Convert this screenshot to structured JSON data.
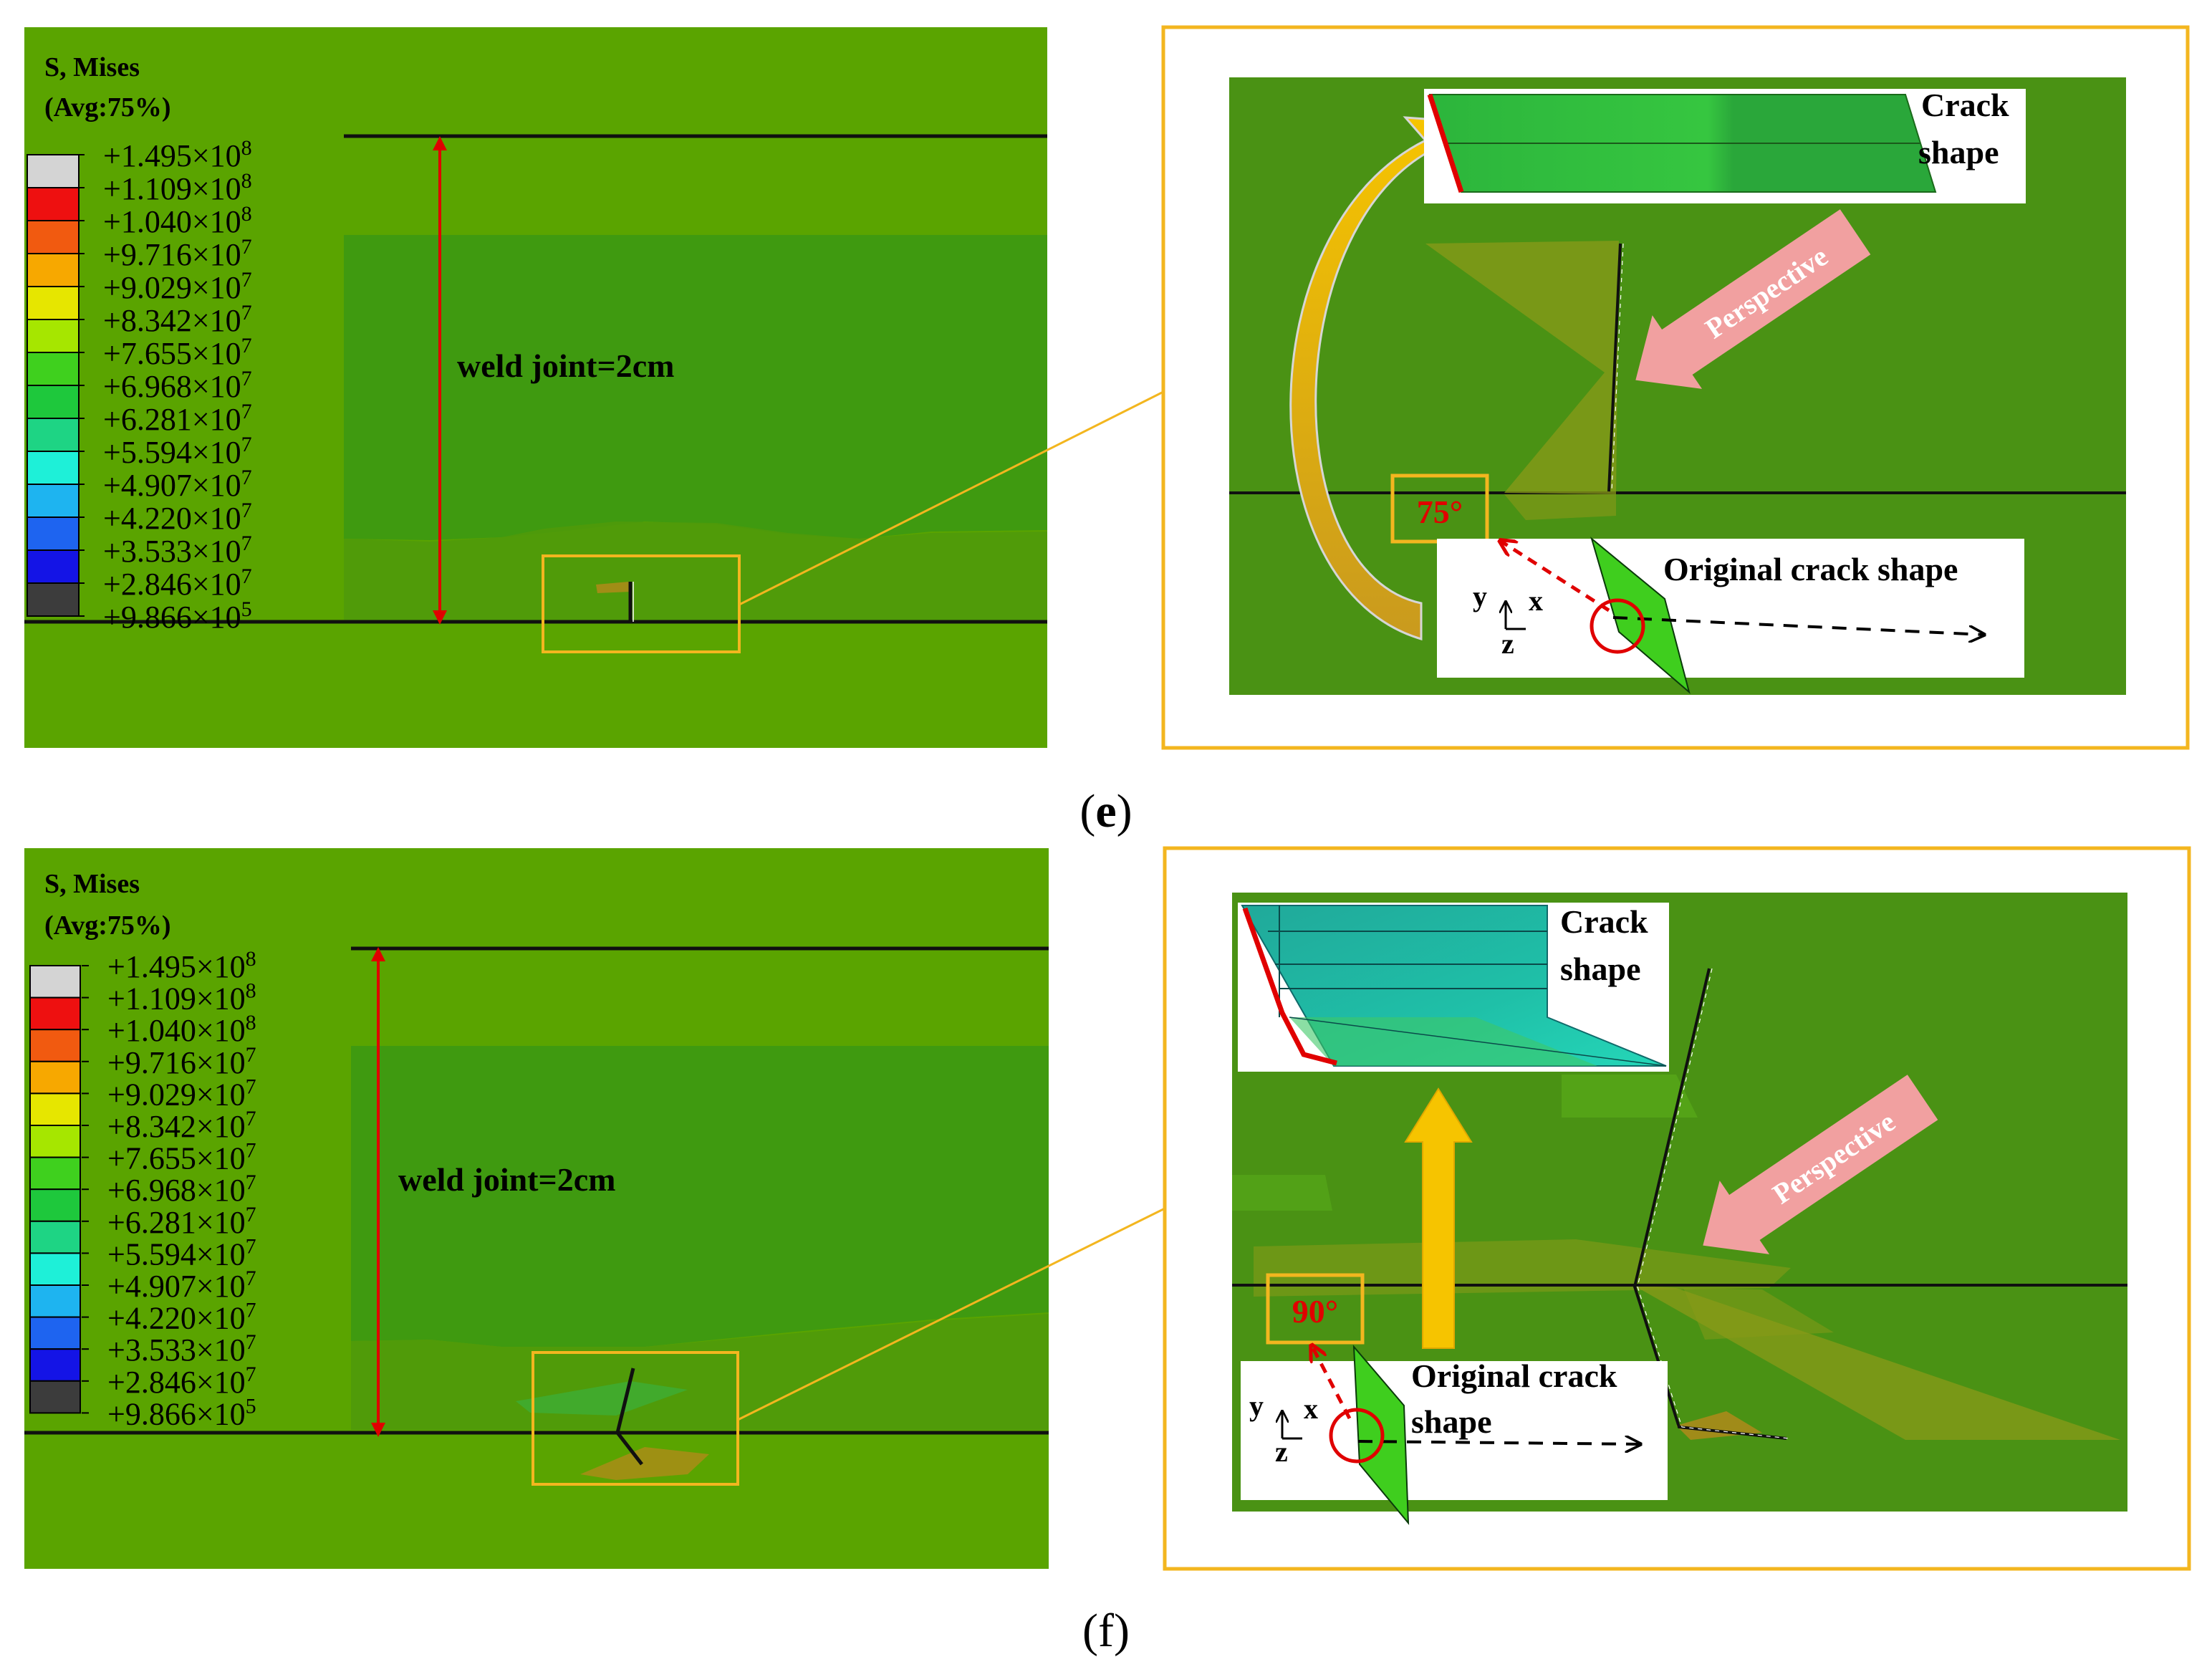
{
  "legend": {
    "title_line1": "S, Mises",
    "title_line2": "(Avg:75%)",
    "colors": [
      "#d4d4d4",
      "#ee1010",
      "#f15a10",
      "#f7a800",
      "#e6e600",
      "#a6e600",
      "#3fd01e",
      "#1ec83c",
      "#1ed484",
      "#1ef0d8",
      "#1eb4f0",
      "#1e64f0",
      "#1414e6",
      "#3c3c3c"
    ],
    "ticks": [
      {
        "m": "+1.495",
        "e": "8"
      },
      {
        "m": "+1.109",
        "e": "8"
      },
      {
        "m": "+1.040",
        "e": "8"
      },
      {
        "m": "+9.716",
        "e": "7"
      },
      {
        "m": "+9.029",
        "e": "7"
      },
      {
        "m": "+8.342",
        "e": "7"
      },
      {
        "m": "+7.655",
        "e": "7"
      },
      {
        "m": "+6.968",
        "e": "7"
      },
      {
        "m": "+6.281",
        "e": "7"
      },
      {
        "m": "+5.594",
        "e": "7"
      },
      {
        "m": "+4.907",
        "e": "7"
      },
      {
        "m": "+4.220",
        "e": "7"
      },
      {
        "m": "+3.533",
        "e": "7"
      },
      {
        "m": "+2.846",
        "e": "7"
      },
      {
        "m": "+9.866",
        "e": "5"
      }
    ],
    "times_symbol": "×10"
  },
  "panels": {
    "e": {
      "caption_letter": "e",
      "weld_label": "weld joint=2cm",
      "crack_label_line1": "Crack",
      "crack_label_line2": "shape",
      "perspective_label": "Perspective",
      "angle_label": "75°",
      "original_label": "Original crack shape",
      "axis_y": "y",
      "axis_x": "x",
      "axis_z": "z"
    },
    "f": {
      "caption_letter": "f",
      "weld_label": "weld joint=2cm",
      "crack_label_line1": "Crack",
      "crack_label_line2": "shape",
      "perspective_label": "Perspective",
      "angle_label": "90°",
      "original_label_line1": "Original crack",
      "original_label_line2": "shape",
      "axis_y": "y",
      "axis_x": "x",
      "axis_z": "z"
    }
  },
  "colors": {
    "field_light": "#5aa400",
    "field_dark": "#3f9a10",
    "inner_panel": "#4a9214",
    "accent_orange": "#f3b61f",
    "red": "#e00000"
  }
}
